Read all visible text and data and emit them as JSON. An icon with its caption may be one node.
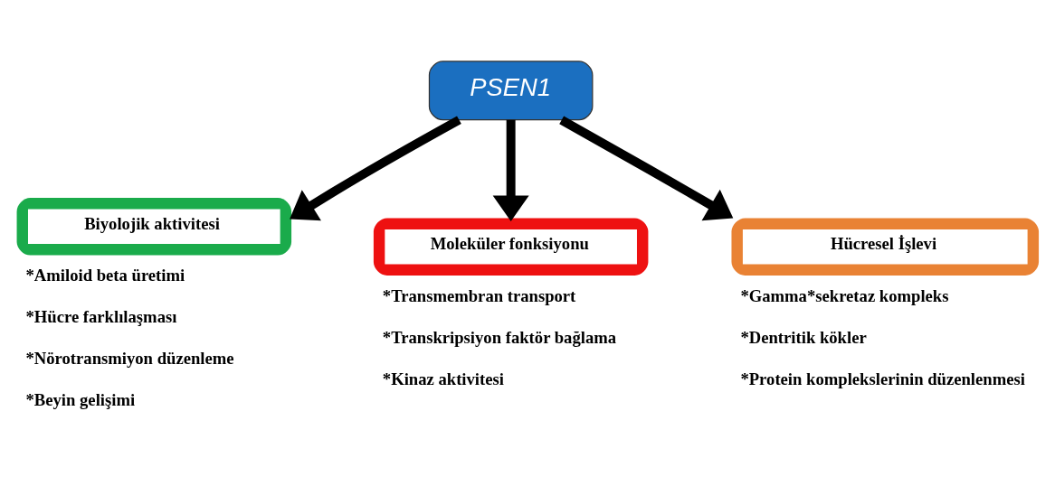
{
  "diagram": {
    "nodes": [
      {
        "text": [
          "PSEN1"
        ]
      },
      {
        "text": [
          "Biyolojik aktivitesi"
        ],
        "beside": [
          "*Amiloid beta üretimi",
          "*Hücre farklılaşması",
          "*Nörotransmiyon düzenleme",
          "*Beyin gelişimi"
        ]
      },
      {
        "text": [
          "Moleküler fonksiyonu"
        ],
        "beside": [
          "*Transmembran transport",
          "*Transkripsiyon faktör bağlama",
          "*Kinaz aktivitesi"
        ]
      },
      {
        "text": [
          "Hücresel İşlevi"
        ],
        "beside": [
          "*Gamma*sekretaz kompleks",
          "*Dentritik kökler",
          "*Protein komplekslerinin düzenlenmesi"
        ]
      }
    ],
    "edges": [
      {
        "from": 0,
        "to": 1,
        "arrow": "to"
      },
      {
        "from": 0,
        "to": 2,
        "arrow": "to"
      },
      {
        "from": 0,
        "to": 3,
        "arrow": "to"
      }
    ]
  }
}
